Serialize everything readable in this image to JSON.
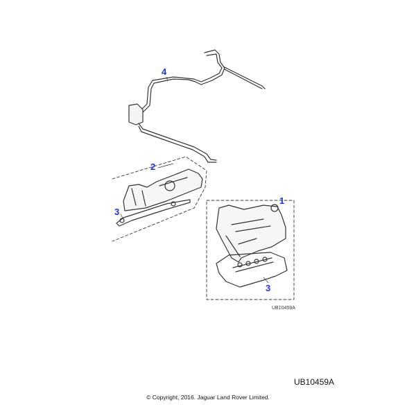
{
  "diagram": {
    "callouts": [
      {
        "id": "4",
        "part": "hose"
      },
      {
        "id": "2",
        "part": "left-camshaft-cover"
      },
      {
        "id": "3",
        "part": "left-cover-gasket"
      },
      {
        "id": "1",
        "part": "right-camshaft-cover"
      },
      {
        "id": "3",
        "part": "right-cover-gasket"
      }
    ],
    "illustration_code_small": "UB10459A",
    "illustration_code": "UB10459A",
    "copyright": "© Copyright, 2016. Jaguar Land Rover Limited.",
    "callout_color": "#1a35d8"
  }
}
